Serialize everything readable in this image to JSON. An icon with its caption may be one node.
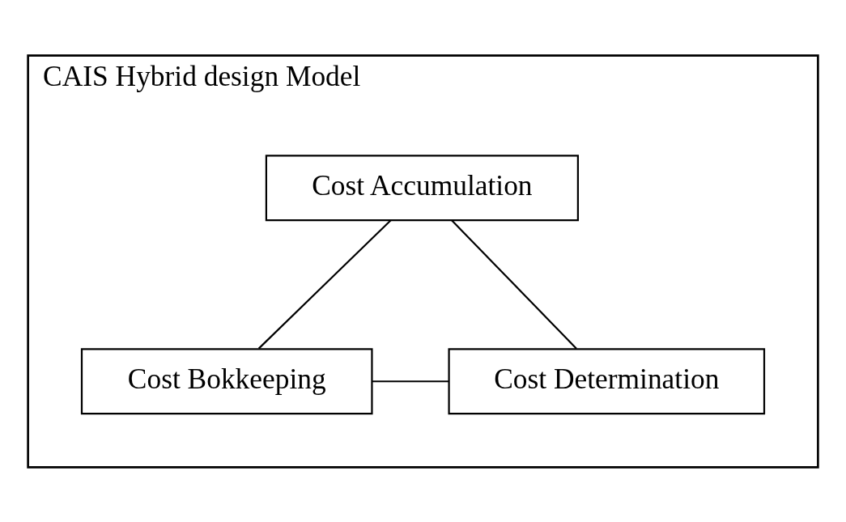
{
  "diagram": {
    "nodes": [
      {
        "text": [
          "CAIS Hybrid design Model"
        ]
      },
      {
        "text": [
          "Cost Accumulation"
        ],
        "in": 0
      },
      {
        "text": [
          "Cost Bokkeeping"
        ],
        "in": 0
      },
      {
        "text": [
          "Cost Determination"
        ],
        "in": 0
      }
    ],
    "edges": [
      {
        "from": 1,
        "to": 2,
        "arrow": "none"
      },
      {
        "from": 1,
        "to": 3,
        "arrow": "none"
      },
      {
        "from": 2,
        "to": 3,
        "arrow": "none"
      }
    ]
  }
}
